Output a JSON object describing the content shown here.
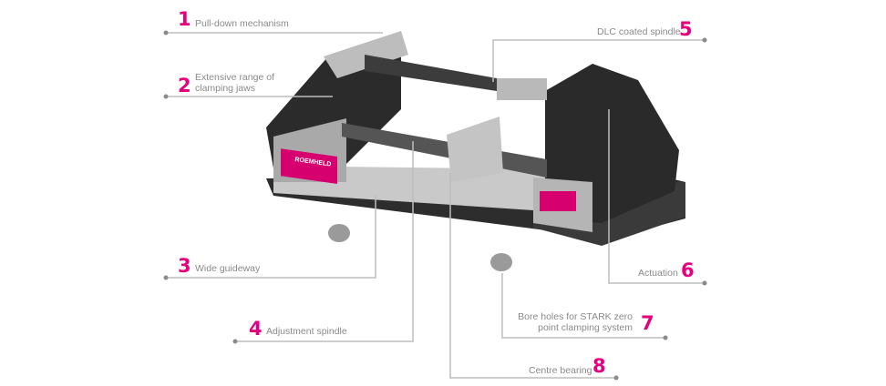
{
  "callouts": [
    {
      "number": "1",
      "label": "Pull-down mechanism"
    },
    {
      "number": "2",
      "label_line1": "Extensive range of",
      "label_line2": "clamping jaws"
    },
    {
      "number": "3",
      "label": "Wide guideway"
    },
    {
      "number": "4",
      "label": "Adjustment spindle"
    },
    {
      "number": "5",
      "label": "DLC coated spindle"
    },
    {
      "number": "6",
      "label": "Actuation"
    },
    {
      "number": "7",
      "label_line1": "Bore holes for STARK zero",
      "label_line2": "point clamping system"
    },
    {
      "number": "8",
      "label": "Centre bearing"
    }
  ],
  "product_plate_text": "ROEMHELD",
  "colors": {
    "accent": "#e5007d",
    "line": "#bdbdbd",
    "dot": "#8a8a8a",
    "text": "#8a8a8a"
  }
}
